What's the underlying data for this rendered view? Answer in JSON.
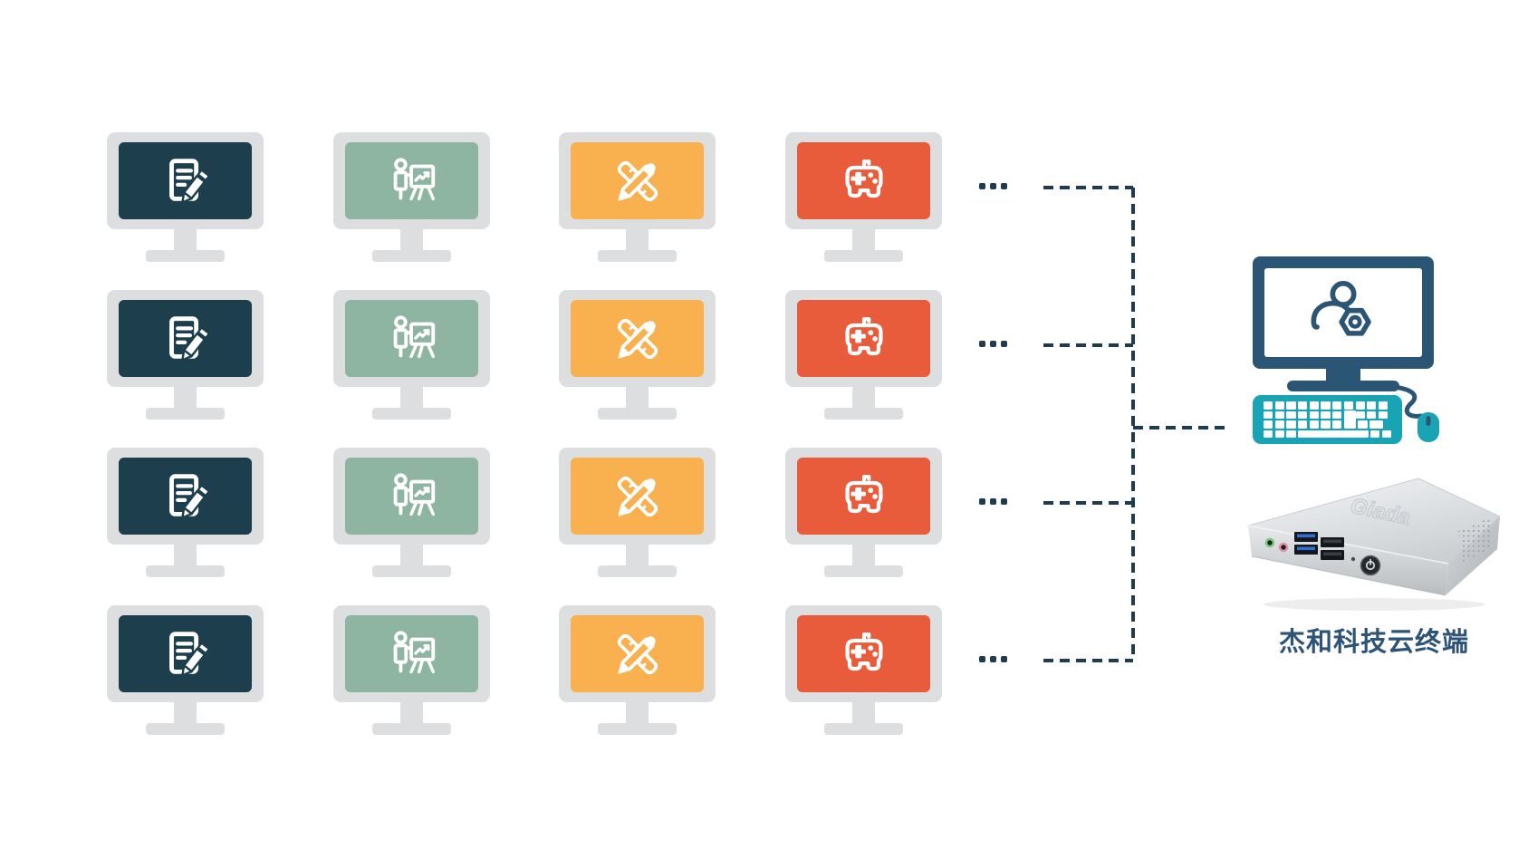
{
  "canvas": {
    "background": "#ffffff"
  },
  "client_grid": {
    "rows": 4,
    "dots_per_row": 3,
    "bezel_color": "#dcdee0",
    "columns": [
      {
        "id": "office-documents",
        "icon": "document-edit-icon",
        "screen_color": "#1d3f4d"
      },
      {
        "id": "presentation",
        "icon": "presentation-board-icon",
        "screen_color": "#8eb5a1"
      },
      {
        "id": "design-tools",
        "icon": "ruler-pencil-icon",
        "screen_color": "#f9b04f"
      },
      {
        "id": "gaming",
        "icon": "gamepad-icon",
        "screen_color": "#e85b3b"
      }
    ]
  },
  "connections": {
    "style": "dashed",
    "color": "#1e3c4d",
    "rows_connected": 4
  },
  "host": {
    "label": "杰和科技云终端",
    "label_color": "#2d5377",
    "monitor_color": "#2b5574",
    "peripherals_color": "#18a4b5",
    "screen_icon": "user-gear-icon",
    "device": "mini-pc-photo",
    "device_emboss": "Giada"
  }
}
